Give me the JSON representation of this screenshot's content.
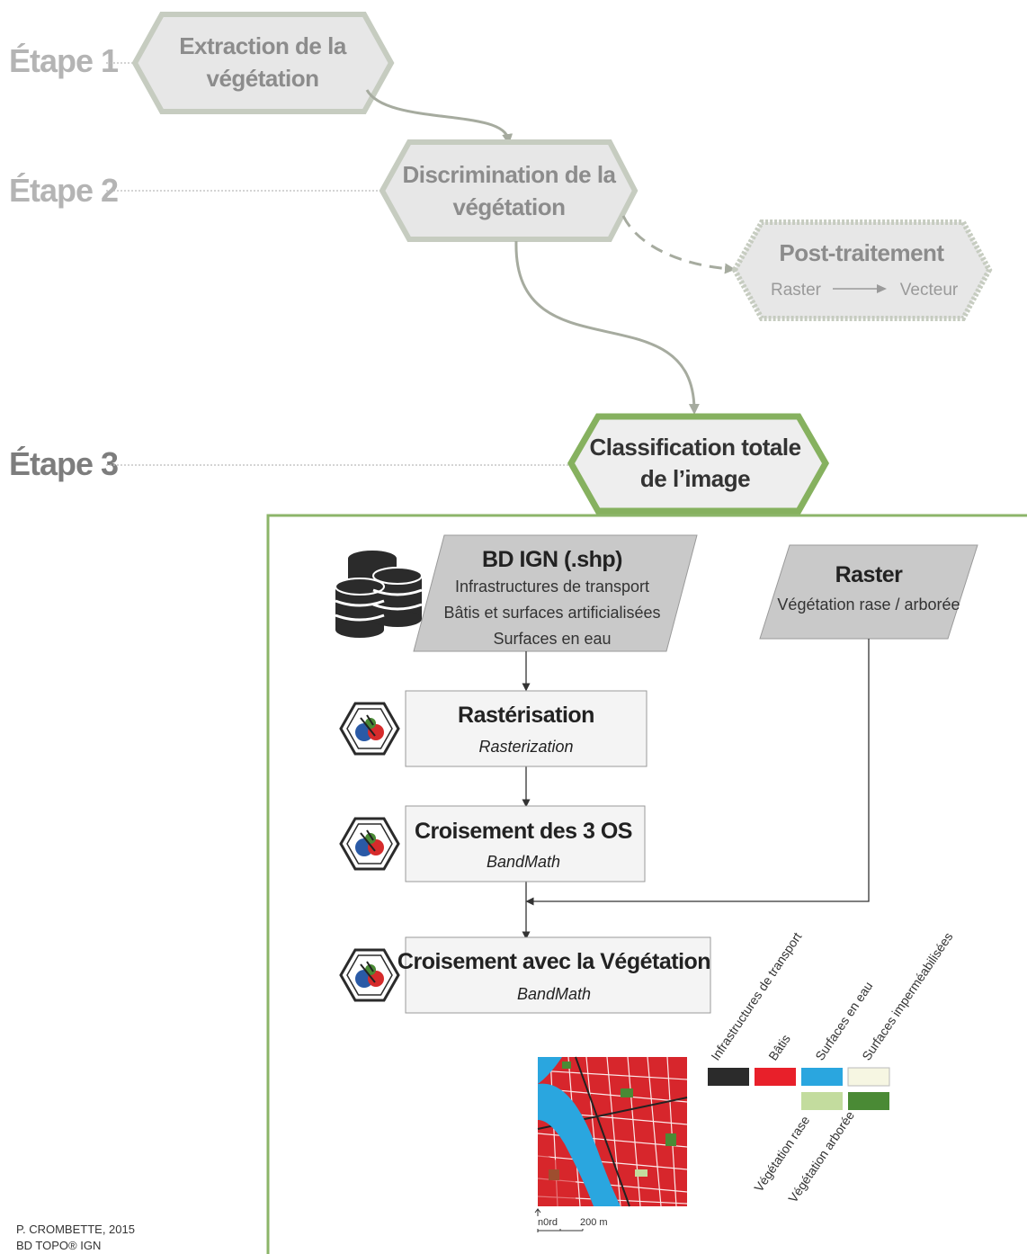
{
  "stages": {
    "stage1": "Étape 1",
    "stage2": "Étape 2",
    "stage3": "Étape 3"
  },
  "steps": {
    "extraction": {
      "line1": "Extraction de la",
      "line2": "végétation"
    },
    "discrimination": {
      "line1": "Discrimination de la",
      "line2": "végétation"
    },
    "post": {
      "title": "Post-traitement",
      "from": "Raster",
      "to": "Vecteur"
    },
    "classification": {
      "line1": "Classification totale",
      "line2": "de l’image"
    }
  },
  "inputs": {
    "bd_ign": {
      "title": "BD IGN (.shp)",
      "lines": [
        "Infrastructures de transport",
        "Bâtis et surfaces artificialisées",
        "Surfaces en eau"
      ]
    },
    "raster": {
      "title": "Raster",
      "line": "Végétation rase / arborée"
    }
  },
  "processes": [
    {
      "title": "Rastérisation",
      "subtitle": "Rasterization"
    },
    {
      "title": "Croisement des 3 OS",
      "subtitle": "BandMath"
    },
    {
      "title": "Croisement avec la Végétation",
      "subtitle": "BandMath"
    }
  ],
  "legend": {
    "items": [
      {
        "label": "Infrastructures de transport",
        "color": "#2b2b2b"
      },
      {
        "label": "Bâtis",
        "color": "#e8202a"
      },
      {
        "label": "Surfaces en eau",
        "color": "#2aa6df"
      },
      {
        "label": "Surfaces imperméabilisées",
        "color": "#f6f6e2"
      },
      {
        "label": "Végétation rase",
        "color": "#c3dc9e"
      },
      {
        "label": "Végétation arborée",
        "color": "#4a8a35"
      }
    ]
  },
  "map": {
    "north": "n0rd",
    "scale": "200 m"
  },
  "credits": {
    "author": "P. CROMBETTE, 2015",
    "source": "BD TOPO® IGN"
  },
  "colors": {
    "green_frame": "#8cb56a",
    "hex_border": "#c6ccc0",
    "hex_fill": "#e7e7e7",
    "arrow": "#a6ab9f"
  }
}
